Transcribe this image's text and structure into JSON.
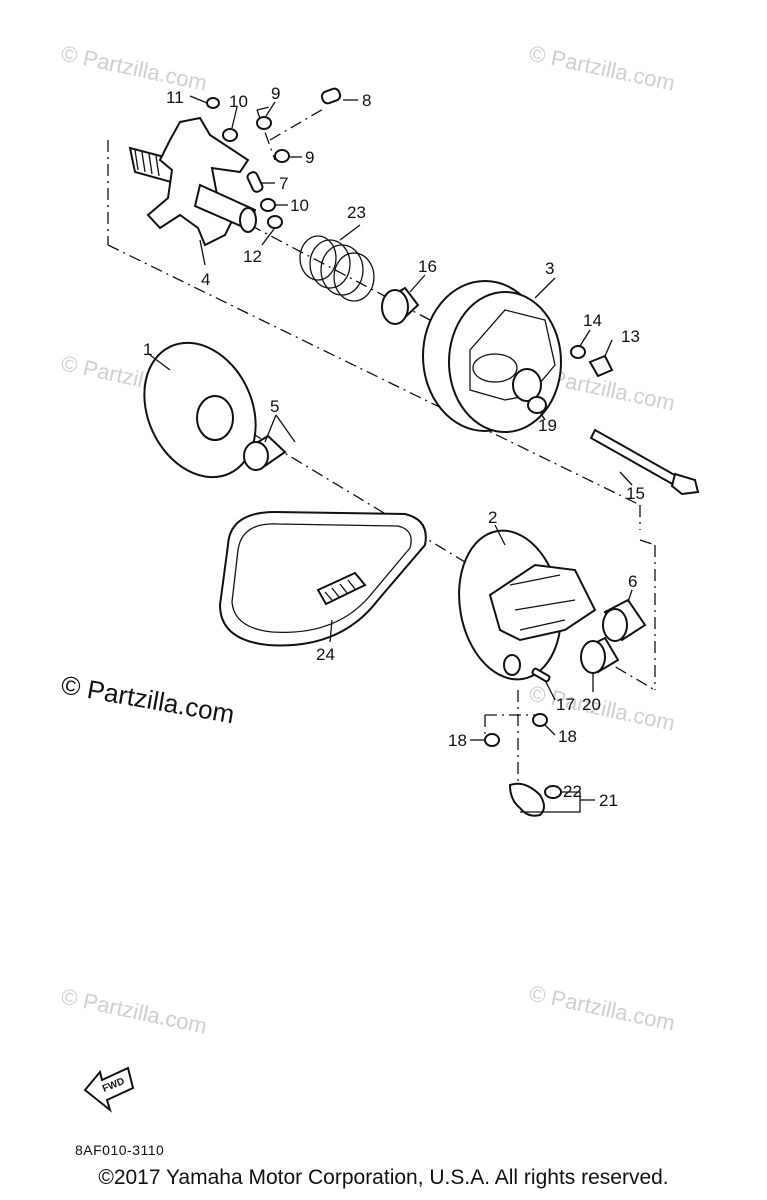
{
  "watermarks": {
    "light": "© Partzilla.com",
    "dark": "© Partzilla.com"
  },
  "callouts": [
    "1",
    "2",
    "3",
    "4",
    "5",
    "6",
    "7",
    "8",
    "9",
    "9",
    "10",
    "10",
    "11",
    "12",
    "13",
    "14",
    "15",
    "16",
    "17",
    "18",
    "18",
    "19",
    "20",
    "21",
    "22",
    "23",
    "24"
  ],
  "fwd_label": "FWD",
  "diagram_code": "8AF010-3110",
  "copyright": "©2017  Yamaha Motor Corporation, U.S.A. All rights reserved.",
  "colors": {
    "ink": "#111111",
    "watermark": "#cfcfcf",
    "background": "#ffffff"
  }
}
